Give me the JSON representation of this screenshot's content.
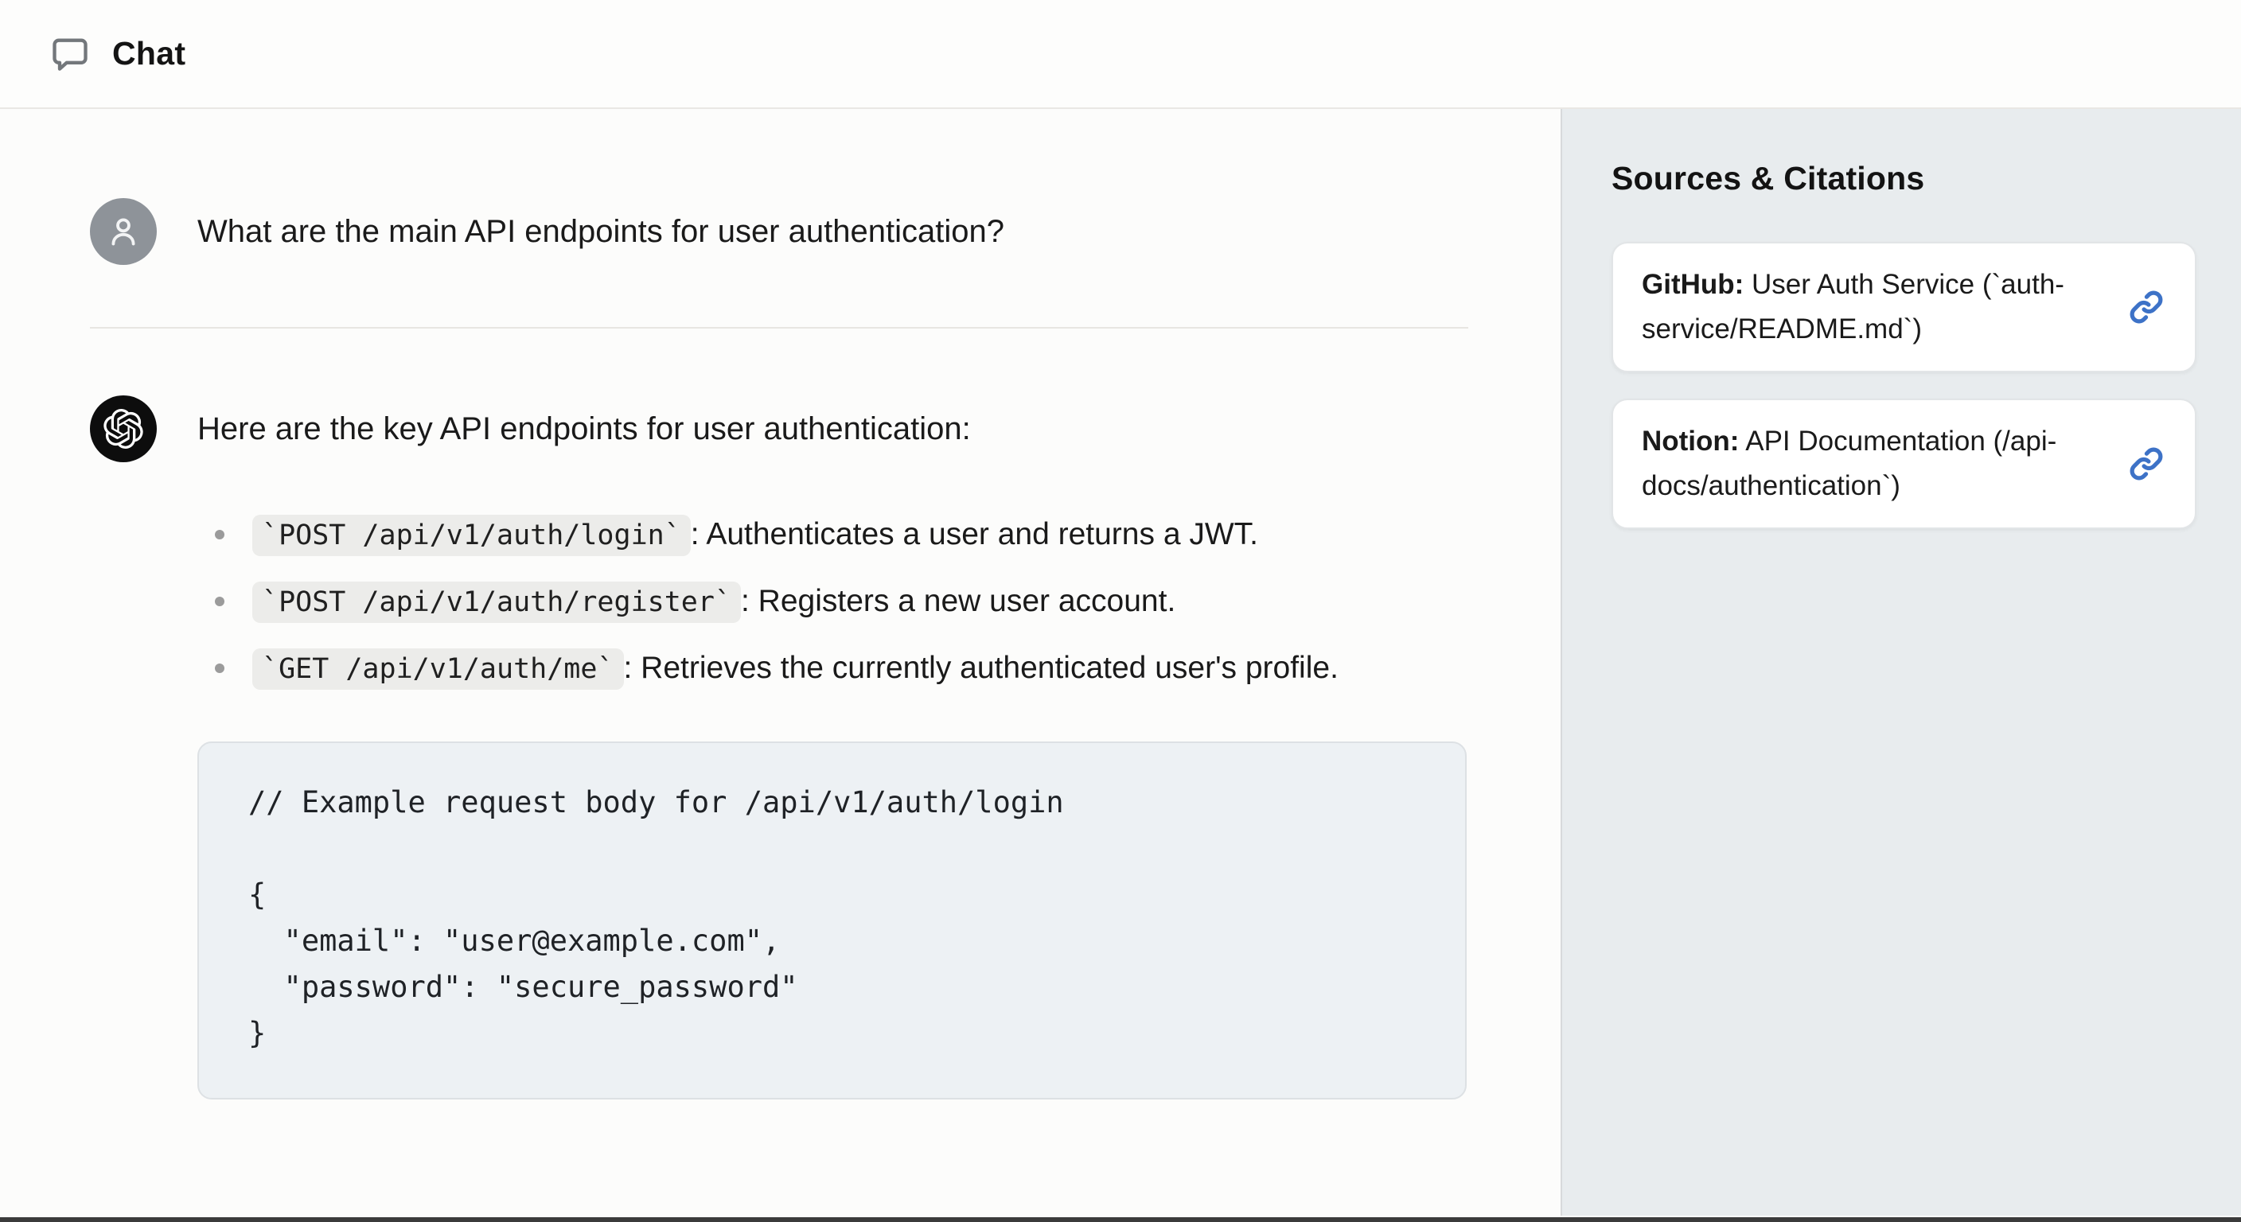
{
  "topbar": {
    "title": "Chat"
  },
  "conversation": {
    "user_question": "What are the main API endpoints for user authentication?",
    "assistant_intro": "Here are the key API endpoints for user authentication:",
    "bullets": [
      {
        "code": "`POST /api/v1/auth/login`",
        "text": ": Authenticates a user and returns a JWT."
      },
      {
        "code": "`POST /api/v1/auth/register`",
        "text": ": Registers a new user account."
      },
      {
        "code": "`GET /api/v1/auth/me`",
        "text": ": Retrieves the currently authenticated user's profile."
      }
    ],
    "code_block": "// Example request body for /api/v1/auth/login\n\n{\n  \"email\": \"user@example.com\",\n  \"password\": \"secure_password\"\n}"
  },
  "sidebar": {
    "title": "Sources & Citations",
    "citations": [
      {
        "source": "GitHub:",
        "text": " User Auth Service (`auth-service/README.md`)"
      },
      {
        "source": "Notion:",
        "text": " API Documentation (/api-docs/authentication`)"
      }
    ]
  },
  "icons": {
    "topbar": "chat-bubble-icon",
    "user_avatar": "person-icon",
    "assistant_avatar": "openai-logo-icon",
    "citation": "link-icon"
  },
  "colors": {
    "accent_link_blue": "#3d72c7",
    "user_avatar_gray": "#8e9399",
    "assistant_avatar_black": "#0d0d0d",
    "sidebar_background": "#e8ecee",
    "code_block_background": "#edf1f4",
    "inline_code_background": "#ececea",
    "window_bottom_edge": "#3b3b3b"
  }
}
